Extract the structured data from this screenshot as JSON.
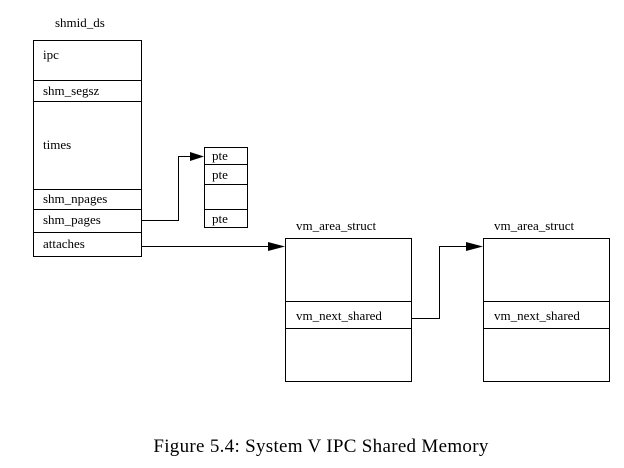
{
  "shmid_ds": {
    "title": "shmid_ds",
    "fields": {
      "ipc": "ipc",
      "shm_segsz": "shm_segsz",
      "times": "times",
      "shm_npages": "shm_npages",
      "shm_pages": "shm_pages",
      "attaches": "attaches"
    }
  },
  "pte_table": {
    "entries": [
      "pte",
      "pte",
      "",
      "pte"
    ]
  },
  "vm_area_1": {
    "title": "vm_area_struct",
    "field": "vm_next_shared"
  },
  "vm_area_2": {
    "title": "vm_area_struct",
    "field": "vm_next_shared"
  },
  "caption": "Figure 5.4: System V IPC Shared Memory"
}
